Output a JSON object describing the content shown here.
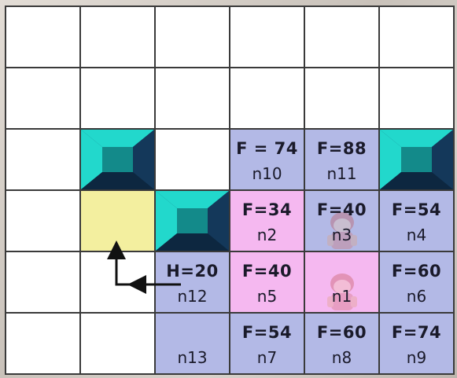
{
  "grid": {
    "rows": 6,
    "cols": 6,
    "cells": [
      {
        "r": 0,
        "c": 0,
        "type": "empty"
      },
      {
        "r": 0,
        "c": 1,
        "type": "empty"
      },
      {
        "r": 0,
        "c": 2,
        "type": "empty"
      },
      {
        "r": 0,
        "c": 3,
        "type": "empty"
      },
      {
        "r": 0,
        "c": 4,
        "type": "empty"
      },
      {
        "r": 0,
        "c": 5,
        "type": "empty"
      },
      {
        "r": 1,
        "c": 0,
        "type": "empty"
      },
      {
        "r": 1,
        "c": 1,
        "type": "empty"
      },
      {
        "r": 1,
        "c": 2,
        "type": "empty"
      },
      {
        "r": 1,
        "c": 3,
        "type": "empty"
      },
      {
        "r": 1,
        "c": 4,
        "type": "empty"
      },
      {
        "r": 1,
        "c": 5,
        "type": "empty"
      },
      {
        "r": 2,
        "c": 0,
        "type": "empty"
      },
      {
        "r": 2,
        "c": 1,
        "type": "wall"
      },
      {
        "r": 2,
        "c": 2,
        "type": "empty"
      },
      {
        "r": 2,
        "c": 3,
        "type": "open",
        "score": "F = 74",
        "node": "n10"
      },
      {
        "r": 2,
        "c": 4,
        "type": "open",
        "score": "F=88",
        "node": "n11"
      },
      {
        "r": 2,
        "c": 5,
        "type": "wall"
      },
      {
        "r": 3,
        "c": 0,
        "type": "empty"
      },
      {
        "r": 3,
        "c": 1,
        "type": "start"
      },
      {
        "r": 3,
        "c": 2,
        "type": "wall"
      },
      {
        "r": 3,
        "c": 3,
        "type": "closed",
        "score": "F=34",
        "node": "n2"
      },
      {
        "r": 3,
        "c": 4,
        "type": "open",
        "score": "F=40",
        "node": "n3",
        "sprite": true
      },
      {
        "r": 3,
        "c": 5,
        "type": "open",
        "score": "F=54",
        "node": "n4"
      },
      {
        "r": 4,
        "c": 0,
        "type": "empty"
      },
      {
        "r": 4,
        "c": 1,
        "type": "empty"
      },
      {
        "r": 4,
        "c": 2,
        "type": "open",
        "score": "H=20",
        "node": "n12"
      },
      {
        "r": 4,
        "c": 3,
        "type": "closed",
        "score": "F=40",
        "node": "n5"
      },
      {
        "r": 4,
        "c": 4,
        "type": "closed",
        "score": "",
        "node": "n1",
        "sprite": true
      },
      {
        "r": 4,
        "c": 5,
        "type": "open",
        "score": "F=60",
        "node": "n6"
      },
      {
        "r": 5,
        "c": 0,
        "type": "empty"
      },
      {
        "r": 5,
        "c": 1,
        "type": "empty"
      },
      {
        "r": 5,
        "c": 2,
        "type": "open",
        "score": "",
        "node": "n13"
      },
      {
        "r": 5,
        "c": 3,
        "type": "open",
        "score": "F=54",
        "node": "n7"
      },
      {
        "r": 5,
        "c": 4,
        "type": "open",
        "score": "F=60",
        "node": "n8"
      },
      {
        "r": 5,
        "c": 5,
        "type": "open",
        "score": "F=74",
        "node": "n9"
      }
    ]
  },
  "colors": {
    "open": "#b3b9e6",
    "closed": "#f5b8f0",
    "start": "#f3ef9f",
    "wall_dark": "#14385a",
    "wall_light": "#22d8cc",
    "wall_mid": "#138a8a"
  },
  "arrow": {
    "from": "n12",
    "to": "start",
    "icon": "path-arrow-icon"
  }
}
